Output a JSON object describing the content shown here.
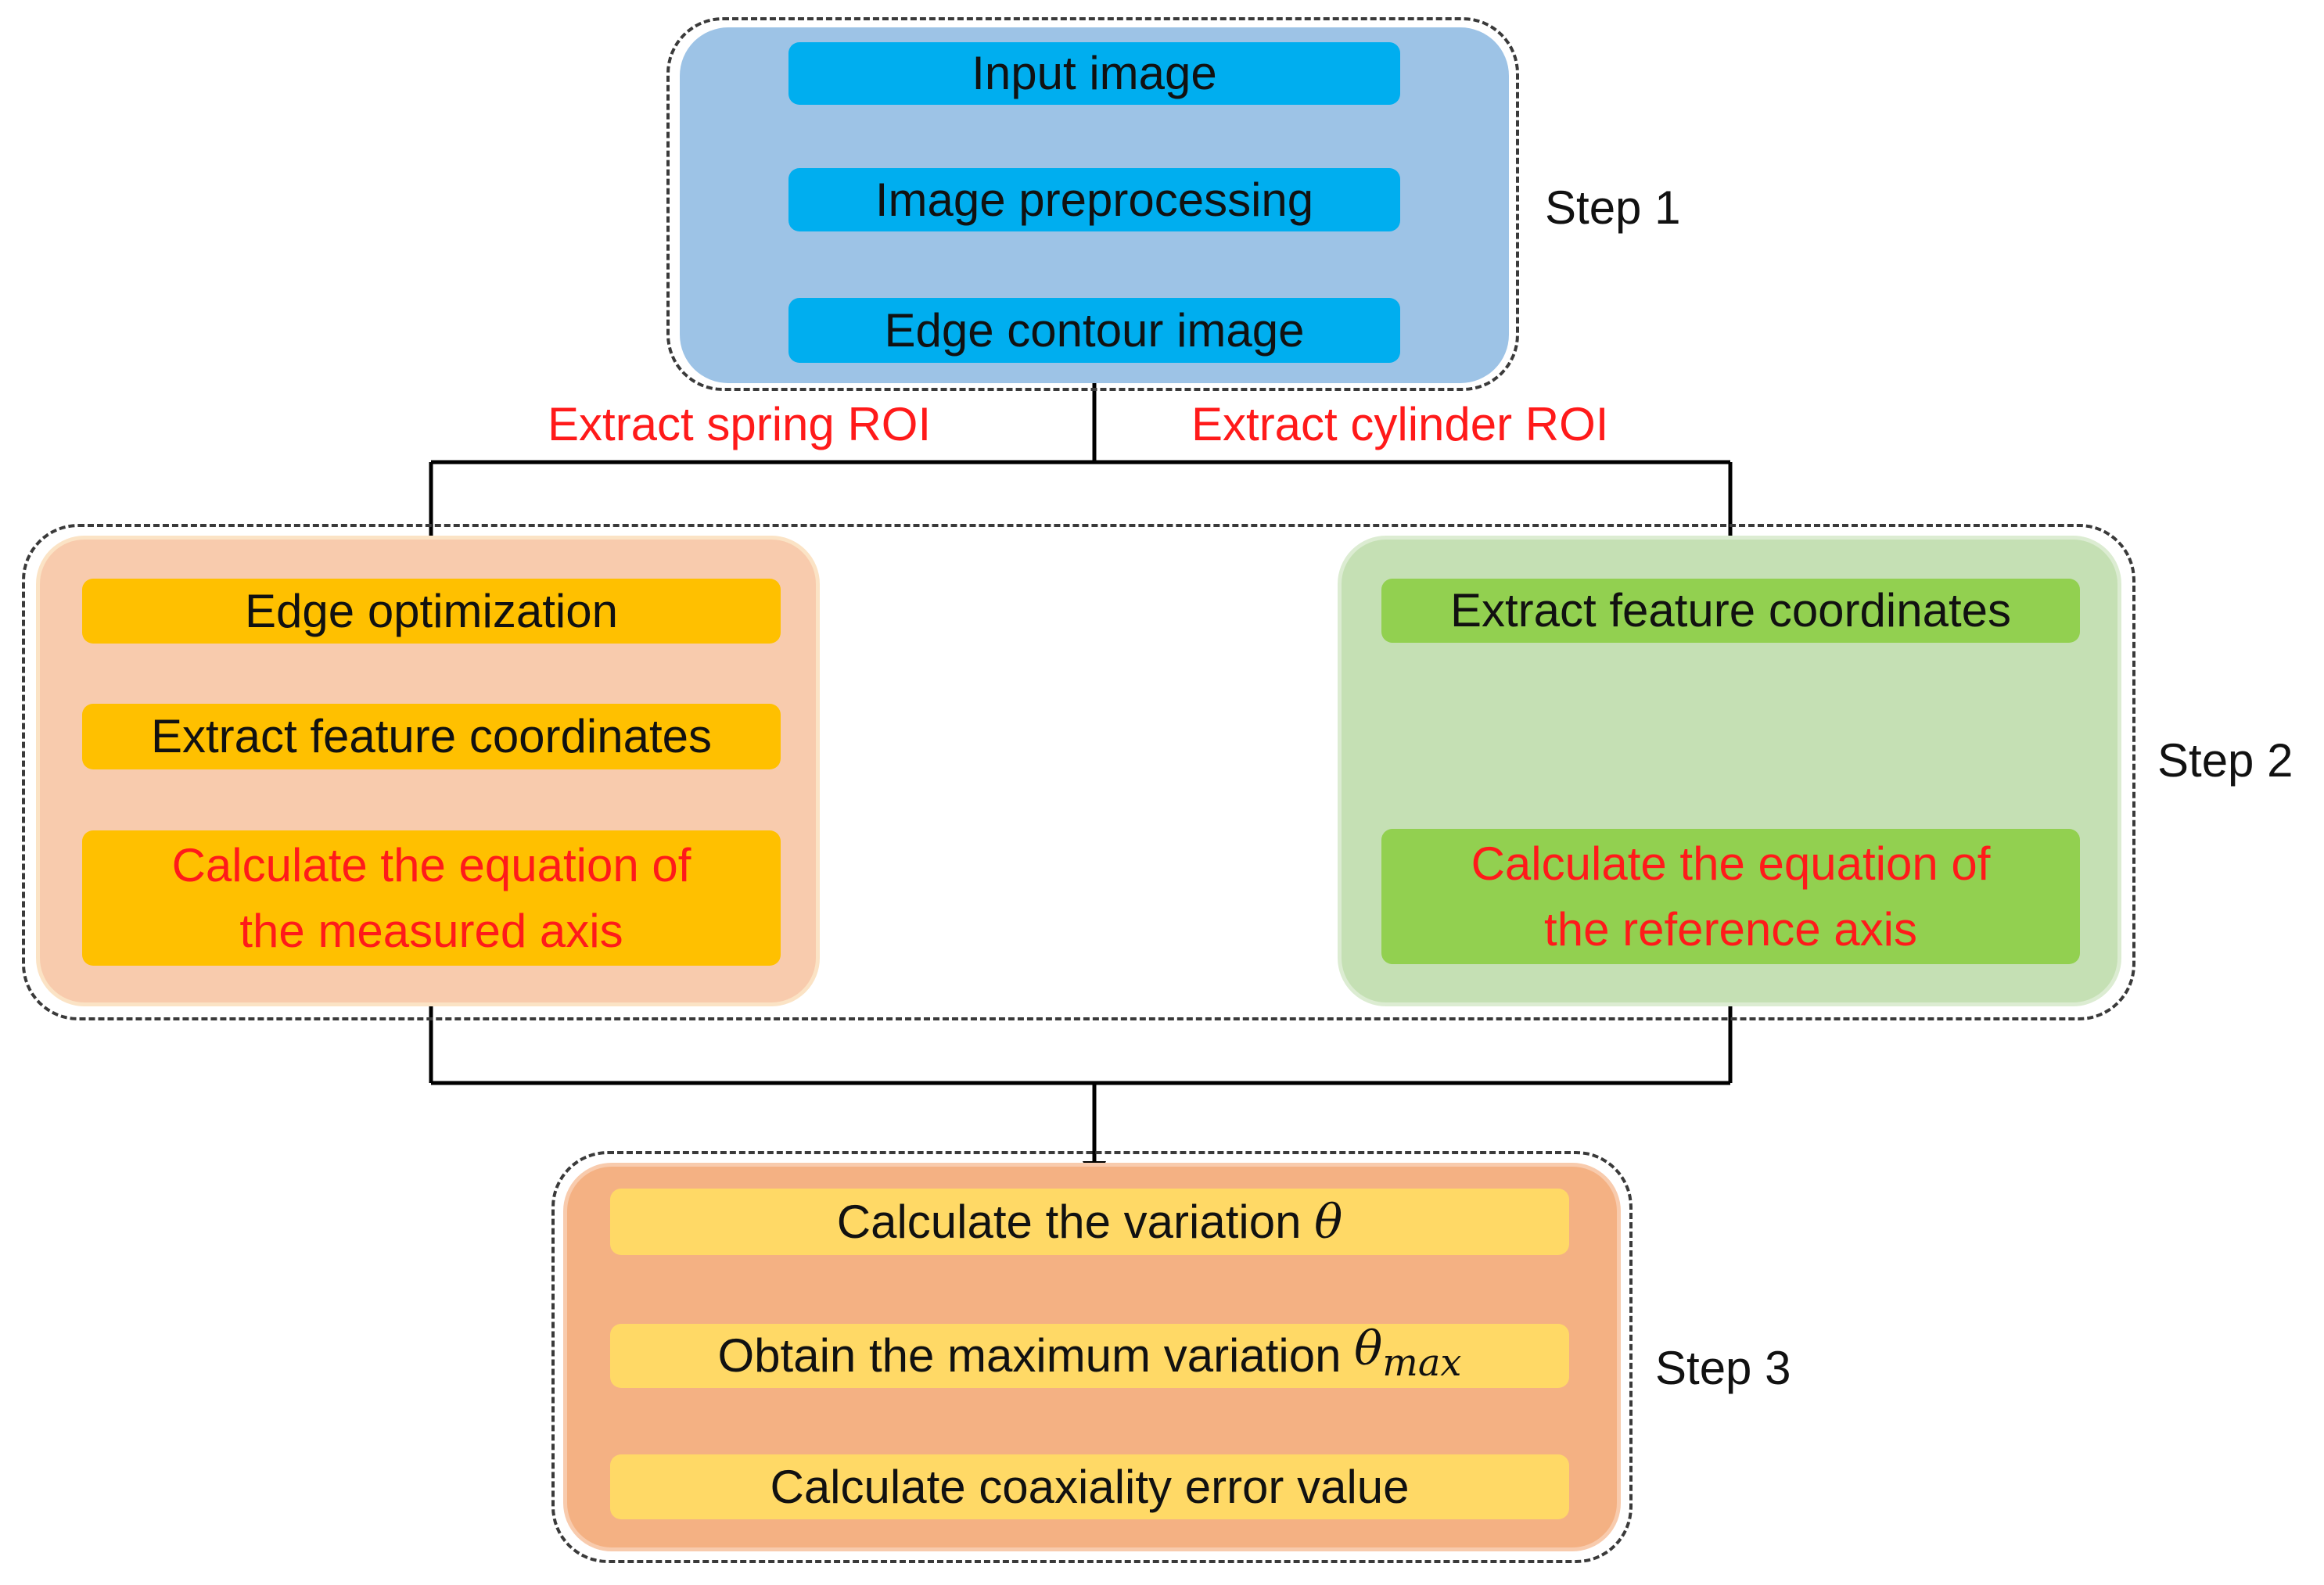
{
  "colors": {
    "step1_panel": "#9dc3e6",
    "step1_box": "#00aeef",
    "step2_left_panel": "#f8cbad",
    "step2_left_box": "#ffc000",
    "step2_right_panel": "#c5e0b4",
    "step2_right_box": "#92d050",
    "step3_panel": "#f4b183",
    "step3_box": "#ffd966",
    "highlight_text": "#ff1a1a"
  },
  "step1": {
    "label": "Step 1",
    "boxes": [
      "Input image",
      "Image preprocessing",
      "Edge contour image"
    ]
  },
  "branches": {
    "left": "Extract spring ROI",
    "right": "Extract cylinder ROI"
  },
  "step2": {
    "label": "Step 2",
    "left": {
      "boxes": [
        "Edge optimization",
        "Extract feature coordinates"
      ],
      "final_line1": "Calculate the equation of",
      "final_line2": "the measured axis"
    },
    "right": {
      "box": "Extract feature coordinates",
      "final_line1": "Calculate the equation of",
      "final_line2": "the reference axis"
    }
  },
  "step3": {
    "label": "Step 3",
    "box1_text": "Calculate the variation",
    "box1_symbol": "θ",
    "box2_text": "Obtain the maximum variation",
    "box2_symbol": "θ",
    "box2_subscript": "max",
    "box3_text": "Calculate coaxiality error value"
  }
}
